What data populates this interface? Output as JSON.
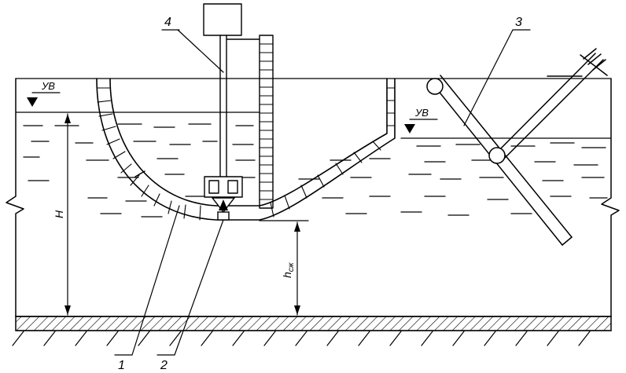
{
  "labels": {
    "part_1": "1",
    "part_2": "2",
    "part_3": "3",
    "part_4": "4",
    "water_level_left": "УВ",
    "water_level_right": "УВ",
    "depth_H": "H",
    "depth_h_main": "h",
    "depth_h_sub": "сж"
  },
  "colors": {
    "ink": "#000000",
    "background": "#ffffff"
  }
}
